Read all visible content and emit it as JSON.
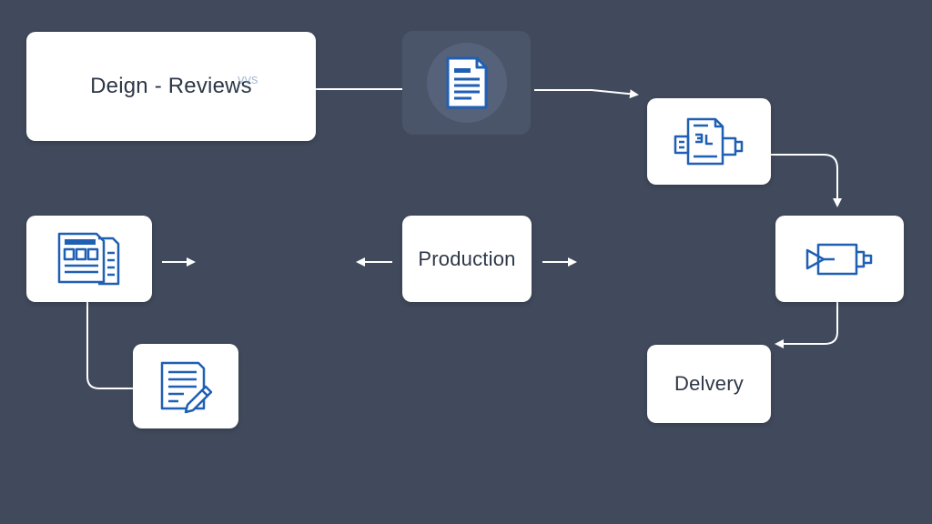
{
  "diagram": {
    "nodes": {
      "design_reviews": {
        "label": "Deign - Reviews",
        "overlay": "vvs"
      },
      "document_top": {
        "icon": "document-icon"
      },
      "machine": {
        "icon": "document-machine-icon"
      },
      "form": {
        "icon": "form-document-icon"
      },
      "production": {
        "label": "Production"
      },
      "player": {
        "icon": "play-forward-icon"
      },
      "edit_doc": {
        "icon": "edit-document-icon"
      },
      "delivery": {
        "label": "Delvery"
      }
    },
    "edges": [
      {
        "from": "design_reviews",
        "to": "document_top"
      },
      {
        "from": "document_top",
        "to": "machine"
      },
      {
        "from": "machine",
        "to": "player"
      },
      {
        "from": "player",
        "to": "delivery"
      },
      {
        "from": "form",
        "to": "edit_doc"
      },
      {
        "from": "form",
        "to": "right"
      },
      {
        "from": "production",
        "to": "left"
      },
      {
        "from": "production",
        "to": "right"
      }
    ],
    "colors": {
      "background": "#404a5c",
      "node": "#ffffff",
      "icon": "#1f5fb4",
      "connector": "#ffffff",
      "text": "#2d3747"
    }
  }
}
